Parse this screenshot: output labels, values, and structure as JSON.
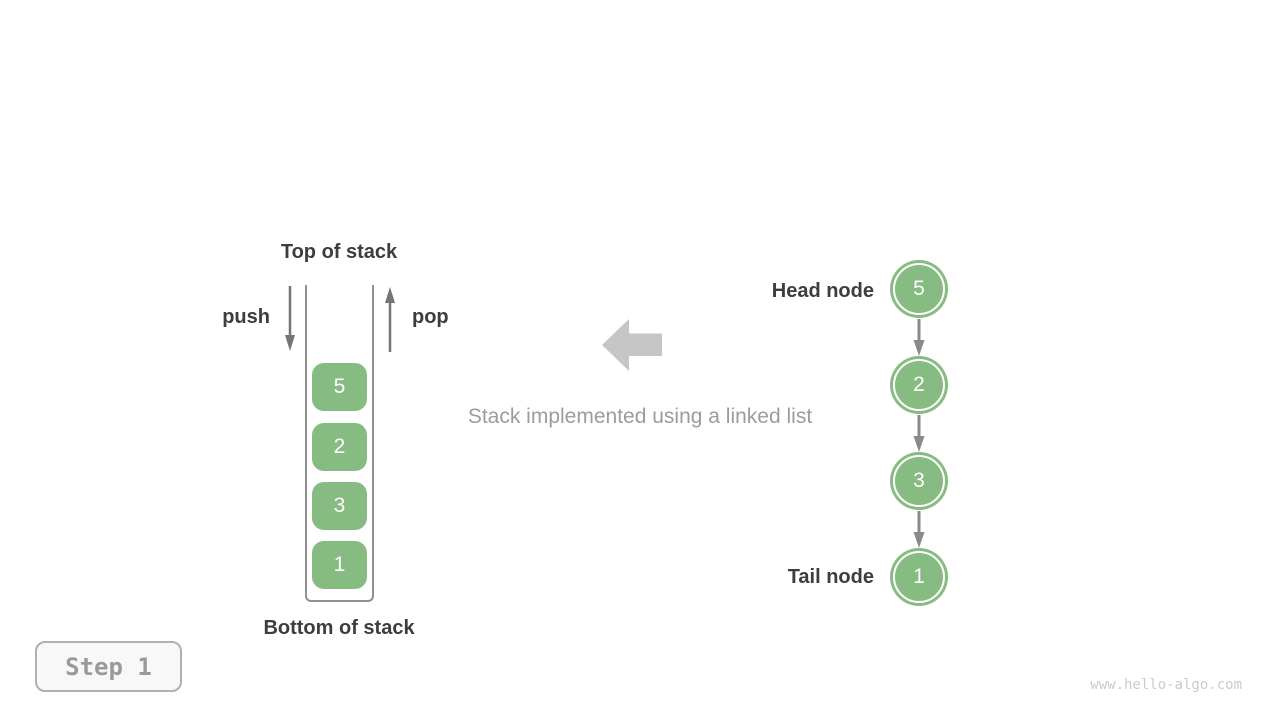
{
  "colors": {
    "green": "#86BB81",
    "node_text": "#FFFFFF",
    "dark_text": "#3D3D3D",
    "caption_text": "#9C9C9C",
    "arrow": "#757575",
    "node_arrow": "#8A8A8A",
    "wall": "#909090",
    "big_arrow": "#C6C6C6",
    "step_text": "#9A9A9A",
    "step_border": "#B0B0B0",
    "step_bg": "#F8F8F8",
    "watermark": "#CBCBCB"
  },
  "stack_panel": {
    "top_label": "Top of stack",
    "bottom_label": "Bottom of stack",
    "push_label": "push",
    "pop_label": "pop",
    "items": [
      "5",
      "2",
      "3",
      "1"
    ]
  },
  "caption": "Stack implemented using a linked list",
  "list_panel": {
    "head_label": "Head node",
    "tail_label": "Tail node",
    "nodes": [
      "5",
      "2",
      "3",
      "1"
    ]
  },
  "footer": {
    "step_label": "Step 1",
    "watermark": "www.hello-algo.com"
  }
}
